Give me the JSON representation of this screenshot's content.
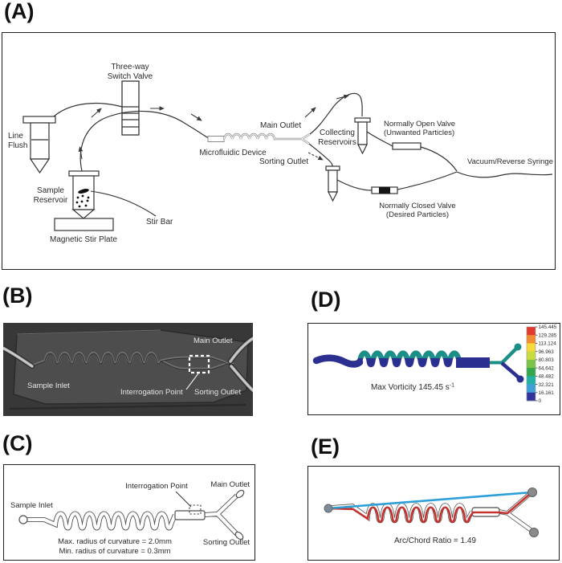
{
  "figure": {
    "panel_a": {
      "tag": "(A)",
      "line_flush_1": "Line",
      "line_flush_2": "Flush",
      "valve_label_1": "Three-way",
      "valve_label_2": "Switch Valve",
      "sample_reservoir_1": "Sample",
      "sample_reservoir_2": "Reservoir",
      "stir_bar": "Stir Bar",
      "stir_plate": "Magnetic Stir Plate",
      "device": "Microfluidic Device",
      "main_outlet": "Main Outlet",
      "sorting_outlet": "Sorting Outlet",
      "collecting_1": "Collecting",
      "collecting_2": "Reservoirs",
      "open_valve_1": "Normally Open Valve",
      "open_valve_2": "(Unwanted Particles)",
      "closed_valve_1": "Normally Closed Valve",
      "closed_valve_2": "(Desired Particles)",
      "vacuum": "Vacuum/Reverse Syringe"
    },
    "panel_b": {
      "tag": "(B)",
      "sample_inlet": "Sample Inlet",
      "interrogation": "Interrogation Point",
      "main_outlet": "Main Outlet",
      "sorting_outlet": "Sorting Outlet"
    },
    "panel_c": {
      "tag": "(C)",
      "sample_inlet": "Sample Inlet",
      "interrogation": "Interrogation Point",
      "main_outlet": "Main Outlet",
      "sorting_outlet": "Sorting Outlet",
      "max_radius": "Max. radius of curvature = 2.0mm",
      "min_radius": "Min. radius of curvature = 0.3mm"
    },
    "panel_d": {
      "tag": "(D)",
      "caption": "Max Vorticity 145.45 s",
      "caption_sup": "-1",
      "colorbar": {
        "ticks": [
          "145.445",
          "129.285",
          "113.124",
          "96.963",
          "80.803",
          "64.642",
          "48.482",
          "32.321",
          "16.161",
          "0"
        ],
        "colors": [
          "#e23b2e",
          "#f28c33",
          "#f6d93a",
          "#c8dc3f",
          "#7cc34a",
          "#33a64c",
          "#22b2a5",
          "#3f9fd8",
          "#31339b"
        ]
      },
      "channel_blue": "#2b2f8f",
      "channel_teal": "#1b8f85"
    },
    "panel_e": {
      "tag": "(E)",
      "caption": "Arc/Chord Ratio = 1.49",
      "arc_color": "#c4332f",
      "chord_color": "#2d9fd9"
    }
  }
}
